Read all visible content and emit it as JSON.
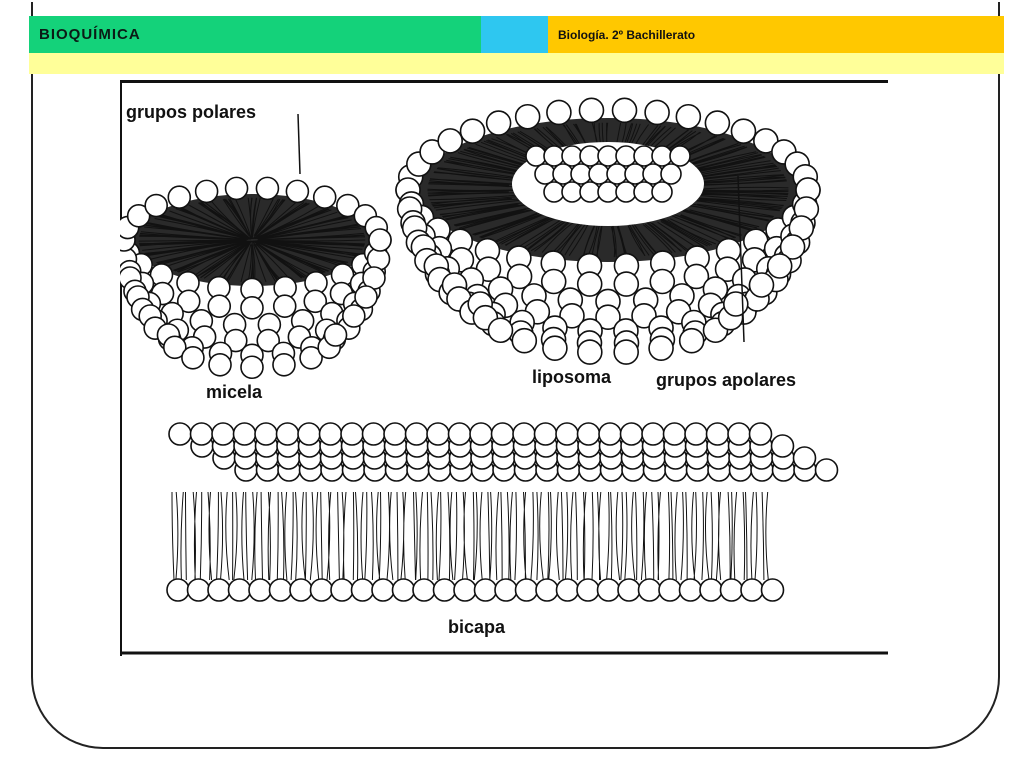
{
  "header": {
    "left_title": "BIOQUÍMICA",
    "right_title": "Biología. 2º Bachillerato",
    "colors": {
      "green": "#14d27a",
      "cyan": "#2ec7f0",
      "yellow": "#ffc800",
      "band": "#ffff99"
    }
  },
  "figure": {
    "labels": {
      "polar_groups": "grupos polares",
      "micelle": "micela",
      "liposome": "liposoma",
      "apolar_groups": "grupos apolares",
      "bilayer": "bicapa"
    }
  }
}
